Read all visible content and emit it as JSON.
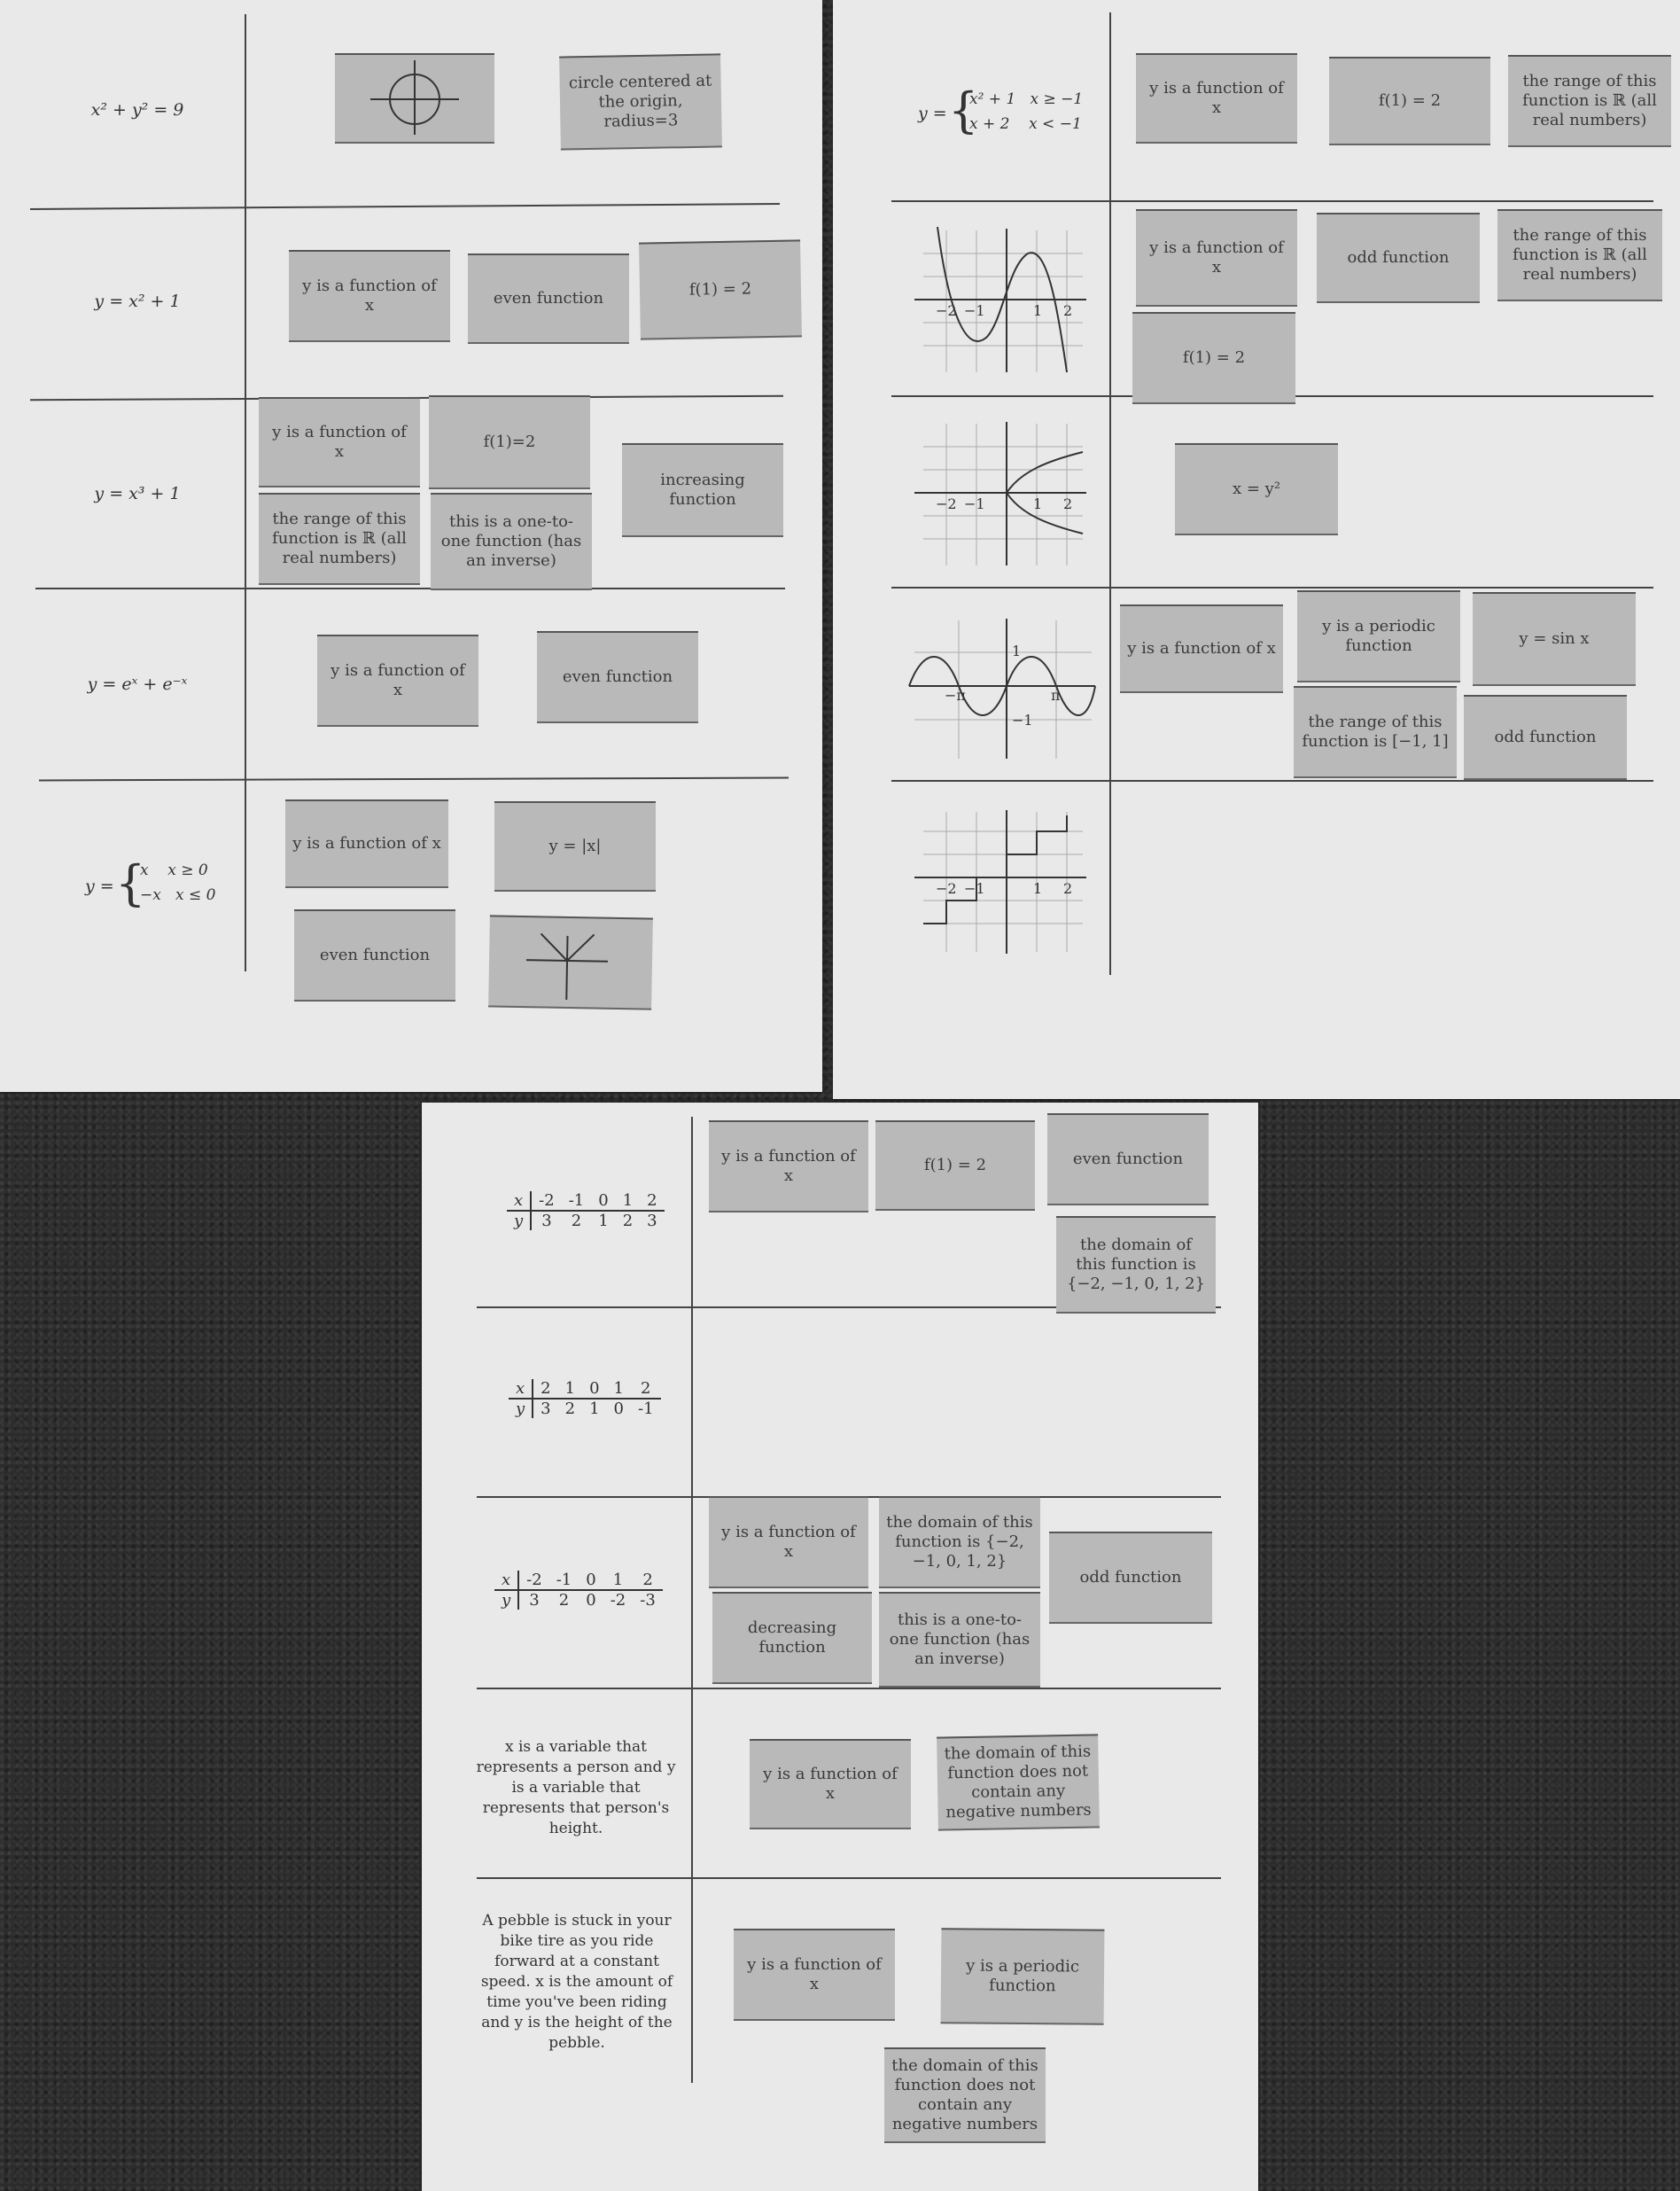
{
  "sheet_top_left": {
    "row1_expr": "x² + y² = 9",
    "row1_card": "circle centered at the origin, radius=3",
    "row2_expr": "y = x² + 1",
    "row2_cards": [
      "y is a function of x",
      "even function",
      "f(1) = 2"
    ],
    "row3_expr": "y = x³ + 1",
    "row3_cards": [
      "y is a function of x",
      "f(1)=2",
      "increasing function",
      "the range of this function is ℝ (all real numbers)",
      "this is a one-to-one function (has an inverse)"
    ],
    "row4_expr": "y = eˣ + e⁻ˣ",
    "row4_cards": [
      "y is a function of x",
      "even function"
    ],
    "row5_expr_lead": "y =",
    "row5_case1": "x    x ≥ 0",
    "row5_case2": "−x   x ≤ 0",
    "row5_cards": [
      "y is a function of x",
      "y = |x|",
      "even function"
    ]
  },
  "sheet_top_right": {
    "row1_expr_lead": "y =",
    "row1_case1": "x² + 1   x ≥ −1",
    "row1_case2": "x + 2    x < −1",
    "row1_cards": [
      "y is a function of x",
      "f(1) = 2",
      "the range of this function is ℝ (all real numbers)"
    ],
    "row2_cards": [
      "y is a function of x",
      "odd function",
      "the range of this function is ℝ (all real numbers)",
      "f(1) = 2"
    ],
    "row3_cards": [
      "x = y²"
    ],
    "row4_cards": [
      "y is a function of x",
      "y is a periodic function",
      "y = sin x",
      "the range of this function is [−1, 1]",
      "odd function"
    ],
    "graph_ticks": [
      "−2",
      "−1",
      "1",
      "2"
    ],
    "sine_ticks": [
      "1",
      "−1",
      "−π",
      "π"
    ]
  },
  "sheet_bottom": {
    "row1_table": {
      "x": [
        "-2",
        "-1",
        "0",
        "1",
        "2"
      ],
      "y": [
        "3",
        "2",
        "1",
        "2",
        "3"
      ]
    },
    "row1_cards": [
      "y is a function of x",
      "f(1) = 2",
      "even function",
      "the domain of this function is {−2, −1, 0, 1, 2}"
    ],
    "row2_table": {
      "x": [
        "2",
        "1",
        "0",
        "1",
        "2"
      ],
      "y": [
        "3",
        "2",
        "1",
        "0",
        "-1"
      ]
    },
    "row3_table": {
      "x": [
        "-2",
        "-1",
        "0",
        "1",
        "2"
      ],
      "y": [
        "3",
        "2",
        "0",
        "-2",
        "-3"
      ]
    },
    "row3_cards": [
      "y is a function of x",
      "the domain of this function is {−2, −1, 0, 1, 2}",
      "odd function",
      "decreasing function",
      "this is a one-to-one function (has an inverse)"
    ],
    "row4_text": "x is a variable that represents a person and y is a variable that represents that person's height.",
    "row4_cards": [
      "y is a function of x",
      "the domain of this function does not contain any negative numbers"
    ],
    "row5_text": "A pebble is stuck in your bike tire as you ride forward at a constant speed. x is the amount of time you've been riding and y is the height of the pebble.",
    "row5_cards": [
      "y is a function of x",
      "y is a periodic function",
      "the domain of this function does not contain any negative numbers"
    ]
  }
}
